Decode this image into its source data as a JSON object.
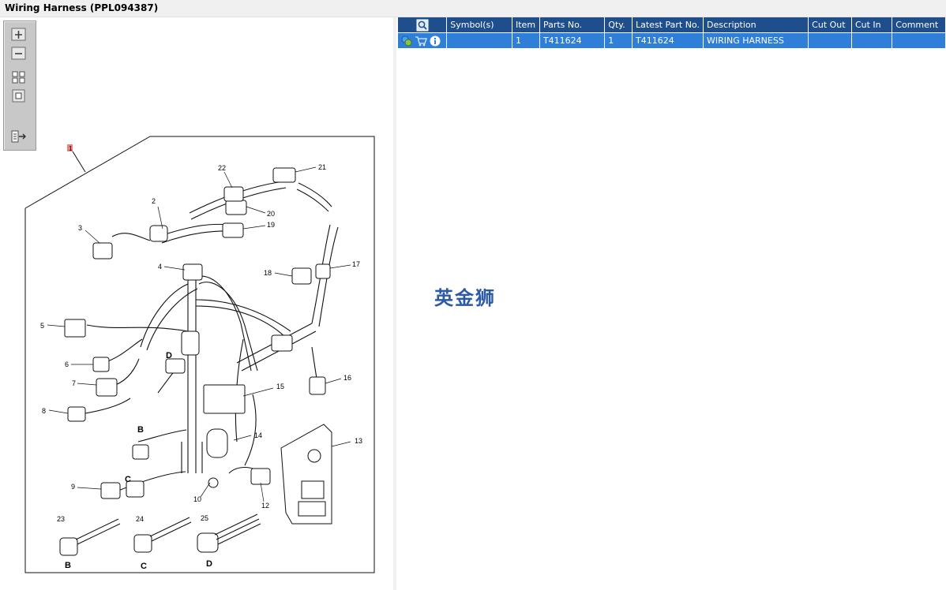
{
  "window": {
    "title": "Wiring Harness (PPL094387)"
  },
  "toolbar": {
    "buttons": [
      {
        "name": "zoom-in",
        "icon": "zoom-in-icon"
      },
      {
        "name": "zoom-out",
        "icon": "zoom-out-icon"
      },
      {
        "name": "fit-all",
        "icon": "fit-all-icon"
      },
      {
        "name": "actual-size",
        "icon": "actual-size-icon"
      },
      {
        "name": "export",
        "icon": "export-icon"
      }
    ]
  },
  "diagram": {
    "selected_callout": "1",
    "callouts": [
      "2",
      "3",
      "4",
      "5",
      "6",
      "7",
      "8",
      "9",
      "10",
      "12",
      "13",
      "14",
      "15",
      "16",
      "17",
      "18",
      "19",
      "20",
      "21",
      "22",
      "23",
      "24",
      "25"
    ],
    "view_labels": [
      "D",
      "B",
      "C",
      "B",
      "C",
      "D"
    ]
  },
  "parts_table": {
    "columns": [
      "",
      "Symbol(s)",
      "Item",
      "Parts No.",
      "Qty.",
      "Latest Part No.",
      "Description",
      "Cut Out",
      "Cut In",
      "Comment"
    ],
    "header_icon": "search-list-icon",
    "rows": [
      {
        "icons": [
          "notes-icon",
          "cart-icon",
          "info-icon"
        ],
        "symbols": "",
        "item": "1",
        "parts_no": "T411624",
        "qty": "1",
        "latest_part_no": "T411624",
        "description": "WIRING HARNESS",
        "cut_out": "",
        "cut_in": "",
        "comment": ""
      }
    ]
  },
  "watermark": "英金狮",
  "colors": {
    "header_bg": "#1e4e8c",
    "row_selected": "#2f7fd9",
    "watermark": "#2b59a6",
    "callout_highlight": "#f08080"
  }
}
